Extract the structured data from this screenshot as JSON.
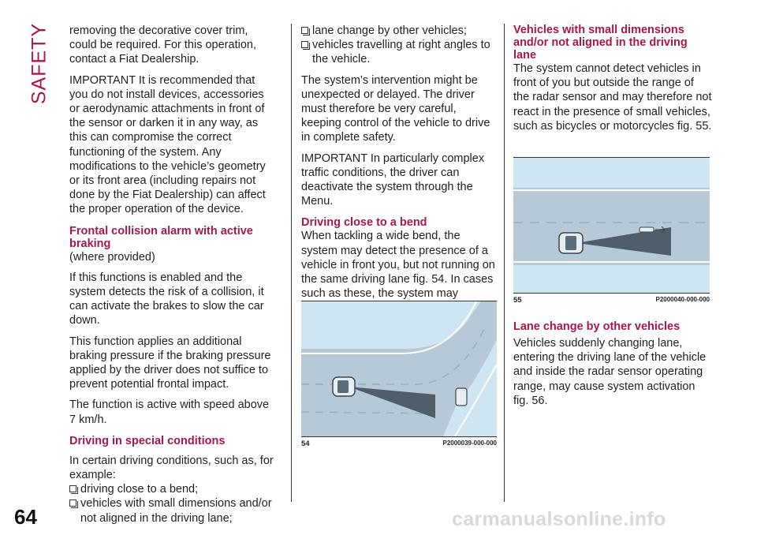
{
  "side_label": "SAFETY",
  "page_number": "64",
  "col1": {
    "p1": "removing the decorative cover trim, could be required. For this operation, contact a Fiat Dealership.",
    "p2": "IMPORTANT It is recommended that you do not install devices, accessories or aerodynamic attachments in front of the sensor or darken it in any way, as this can compromise the correct functioning of the system. Any modifications to the vehicle’s geometry or its front area (including repairs not done by the Fiat Dealership) can affect the proper operation of the device.",
    "h1": "Frontal collision alarm with active braking",
    "h1_sub": "(where provided)",
    "p3": "If this functions is enabled and the system detects the risk of a collision, it can activate the brakes to slow the car down.",
    "p4": "This function applies an additional braking pressure if the braking pressure applied by the driver does not suffice to prevent potential frontal impact.",
    "p5": "The function is active with speed above 7 km/h.",
    "h2": "Driving in special conditions",
    "p6": "In certain driving conditions, such as, for example:",
    "bullets": [
      "driving close to a bend;",
      "vehicles with small dimensions and/or not aligned in the driving lane;"
    ]
  },
  "col2": {
    "bullets": [
      "lane change by other vehicles;",
      "vehicles travelling at right angles to the vehicle."
    ],
    "p1": "The system’s intervention might be unexpected or delayed. The driver must therefore be very careful, keeping control of the vehicle to drive in complete safety.",
    "p2": "IMPORTANT In particularly complex traffic conditions, the driver can deactivate the system through the Menu.",
    "h1": "Driving close to a bend",
    "p3": "When tackling a wide bend, the system may detect the presence of a vehicle in front you, but not running on the same driving lane fig. 54. In cases such as these, the system may intervene."
  },
  "col3": {
    "h1": "Vehicles with small dimensions and/or not aligned in the driving lane",
    "p1": "The system cannot detect vehicles in front of you but outside the range of the radar sensor and may therefore not react in the presence of small vehicles, such as bicycles or motorcycles fig. 55.",
    "h2": "Lane change by other vehicles",
    "p2": "Vehicles suddenly changing lane, entering the driving lane of the vehicle and inside the radar sensor operating range, may cause system activation fig. 56."
  },
  "figures": [
    {
      "number": "54",
      "code": "P2000039-000-000"
    },
    {
      "number": "55",
      "code": "P2000040-000-000"
    }
  ],
  "watermark": "carmanualsonline.info",
  "colors": {
    "accent": "#a8174a",
    "road": "#b7c8d6",
    "sky": "#cfe6f2"
  }
}
